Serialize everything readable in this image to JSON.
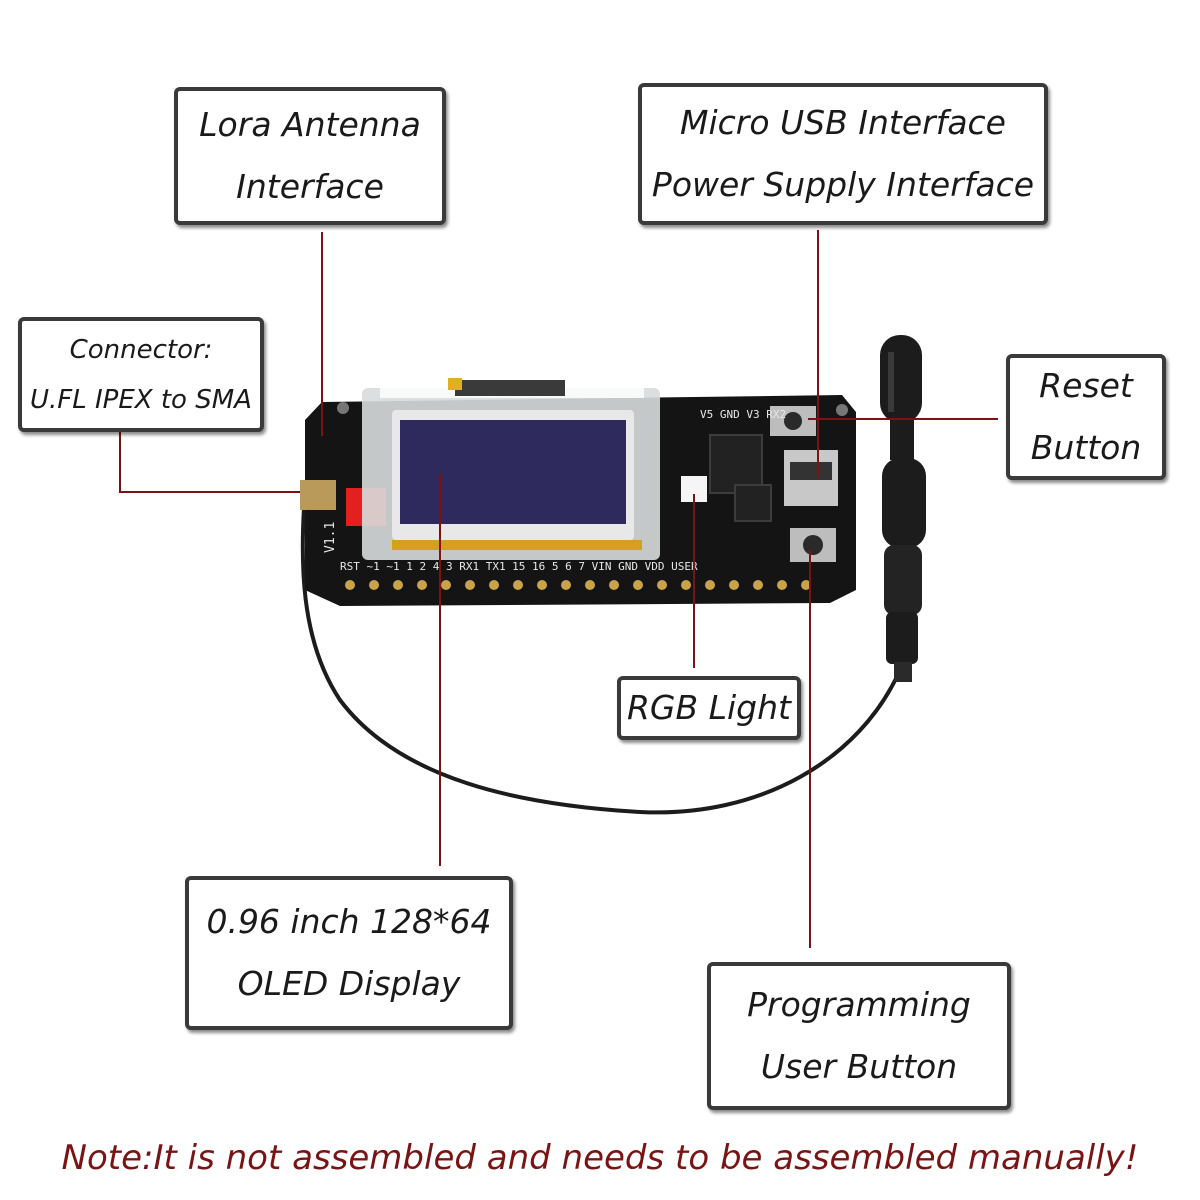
{
  "callouts": {
    "lora_antenna": {
      "line1": "Lora Antenna",
      "line2": "Interface"
    },
    "micro_usb": {
      "line1": "Micro USB Interface",
      "line2": "Power Supply Interface"
    },
    "connector": {
      "line1": "Connector:",
      "line2": "U.FL IPEX to SMA"
    },
    "reset": {
      "line1": "Reset",
      "line2": "Button"
    },
    "rgb": {
      "line1": "RGB Light"
    },
    "oled": {
      "line1": "0.96 inch 128*64",
      "line2": "OLED Display"
    },
    "programming": {
      "line1": "Programming",
      "line2": "User Button"
    }
  },
  "board": {
    "version_label": "V1.1",
    "top_pin_labels": "V5 GND V3 RX2",
    "bottom_pin_labels": "RST  ~1  ~1  1  2  4  3  RX1 TX1 15  16  5  6  7  VIN GND VDD  USER"
  },
  "note": "Note:It is not assembled and needs to be assembled manually!",
  "colors": {
    "leader_line": "#7a1414",
    "box_border": "#3a3a3a",
    "pcb": "#141414",
    "oled_screen": "#2e2a5e",
    "antenna": "#1c1c1c"
  }
}
